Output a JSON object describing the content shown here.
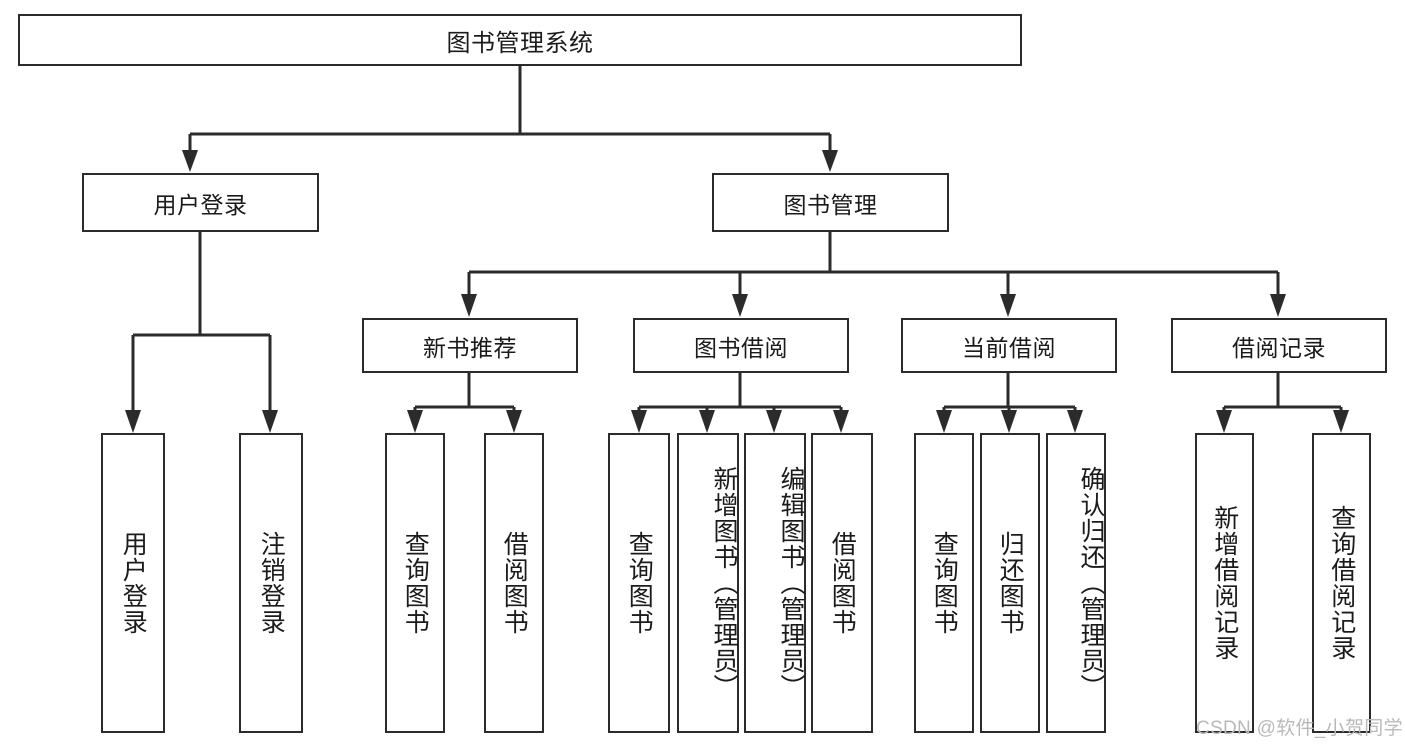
{
  "diagram": {
    "type": "tree",
    "title": "图书管理系统",
    "watermark": "CSDN @软件_小贺同学",
    "colors": {
      "stroke": "#2b2b2b",
      "background": "#ffffff",
      "text": "#1b1b1b",
      "watermark": "#b9b9b9"
    },
    "root": {
      "label": "图书管理系统"
    },
    "level2": [
      {
        "id": "user-login",
        "label": "用户登录"
      },
      {
        "id": "book-manage",
        "label": "图书管理"
      }
    ],
    "level3": [
      {
        "id": "new-book-recommend",
        "label": "新书推荐",
        "parent": "book-manage"
      },
      {
        "id": "book-borrow",
        "label": "图书借阅",
        "parent": "book-manage"
      },
      {
        "id": "current-borrow",
        "label": "当前借阅",
        "parent": "book-manage"
      },
      {
        "id": "borrow-record",
        "label": "借阅记录",
        "parent": "book-manage"
      }
    ],
    "leaves": {
      "user-login": [
        {
          "id": "leaf-user-login",
          "label": "用户登录"
        },
        {
          "id": "leaf-user-logout",
          "label": "注销登录"
        }
      ],
      "new-book-recommend": [
        {
          "id": "leaf-query-book-1",
          "label": "查询图书"
        },
        {
          "id": "leaf-borrow-book-1",
          "label": "借阅图书"
        }
      ],
      "book-borrow": [
        {
          "id": "leaf-query-book-2",
          "label": "查询图书"
        },
        {
          "id": "leaf-add-book",
          "label": "新增图书（管理员）"
        },
        {
          "id": "leaf-edit-book",
          "label": "编辑图书（管理员）"
        },
        {
          "id": "leaf-borrow-book-2",
          "label": "借阅图书"
        }
      ],
      "current-borrow": [
        {
          "id": "leaf-query-book-3",
          "label": "查询图书"
        },
        {
          "id": "leaf-return-book",
          "label": "归还图书"
        },
        {
          "id": "leaf-confirm-return",
          "label": "确认归还（管理员）"
        }
      ],
      "borrow-record": [
        {
          "id": "leaf-add-record",
          "label": "新增借阅记录"
        },
        {
          "id": "leaf-query-record",
          "label": "查询借阅记录"
        }
      ]
    }
  }
}
